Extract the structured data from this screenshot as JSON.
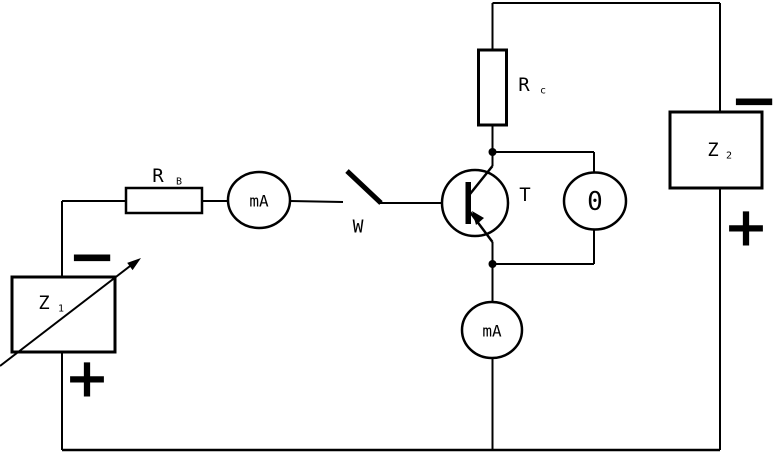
{
  "page": {
    "background": "#ffffff",
    "ink": "#000000",
    "kind": "transistor measurement circuit schematic"
  },
  "components": {
    "z1": {
      "label": "Z",
      "sub": "1",
      "minus": "−",
      "plus": "+"
    },
    "rb": {
      "label": "R",
      "sub": "B"
    },
    "ma_base": {
      "label": "mA"
    },
    "switch_w": {
      "label": "W"
    },
    "transistor": {
      "label": "T"
    },
    "rc": {
      "label": "R",
      "sub": "c"
    },
    "meter_o": {
      "label": "0"
    },
    "ma_out": {
      "label": "mA"
    },
    "z2": {
      "label": "Z",
      "sub": "2",
      "minus": "−",
      "plus": "+"
    }
  }
}
